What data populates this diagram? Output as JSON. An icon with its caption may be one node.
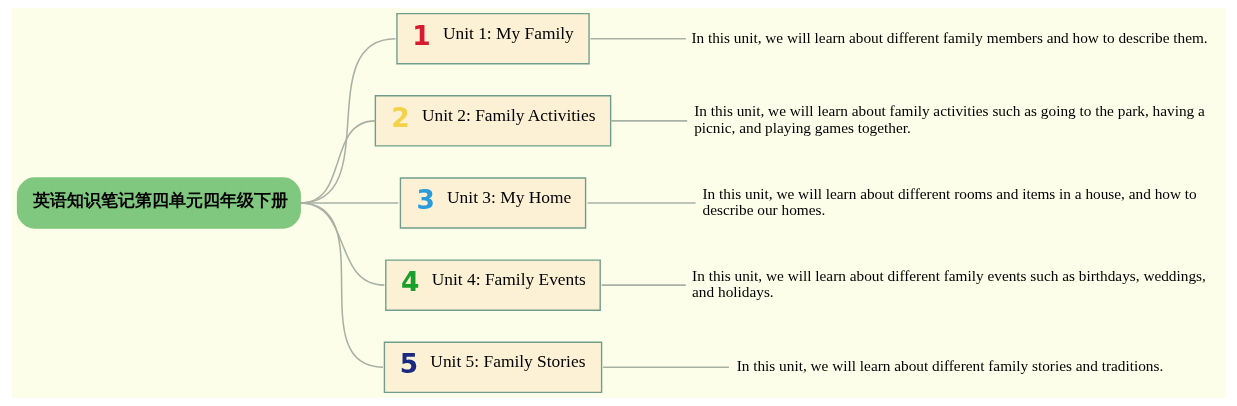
{
  "diagram": {
    "nodes": [
      {
        "text": [
          "英语知识笔记第四单元四年级下册"
        ]
      },
      {
        "text": [
          "1",
          "Unit 1: My Family"
        ]
      },
      {
        "text": [
          "In this unit, we will learn about different family members and how to describe them."
        ]
      },
      {
        "text": [
          "2",
          "Unit 2: Family Activities"
        ]
      },
      {
        "text": [
          "In this unit, we will learn about family activities such as going to the park, having a picnic, and playing games together."
        ]
      },
      {
        "text": [
          "3",
          "Unit 3: My Home"
        ]
      },
      {
        "text": [
          "In this unit, we will learn about different rooms and items in a house, and how to describe our homes."
        ]
      },
      {
        "text": [
          "4",
          "Unit 4: Family Events"
        ]
      },
      {
        "text": [
          "In this unit, we will learn about different family events such as birthdays, weddings, and holidays."
        ]
      },
      {
        "text": [
          "5",
          "Unit 5: Family Stories"
        ]
      },
      {
        "text": [
          "In this unit, we will learn about different family stories and traditions."
        ]
      }
    ],
    "edges": [
      {
        "from": 0,
        "to": 1,
        "arrow": "none"
      },
      {
        "from": 1,
        "to": 2,
        "arrow": "none"
      },
      {
        "from": 0,
        "to": 3,
        "arrow": "none"
      },
      {
        "from": 3,
        "to": 4,
        "arrow": "none"
      },
      {
        "from": 0,
        "to": 5,
        "arrow": "none"
      },
      {
        "from": 5,
        "to": 6,
        "arrow": "none"
      },
      {
        "from": 0,
        "to": 7,
        "arrow": "none"
      },
      {
        "from": 7,
        "to": 8,
        "arrow": "none"
      },
      {
        "from": 0,
        "to": 9,
        "arrow": "none"
      },
      {
        "from": 9,
        "to": 10,
        "arrow": "none"
      }
    ]
  }
}
